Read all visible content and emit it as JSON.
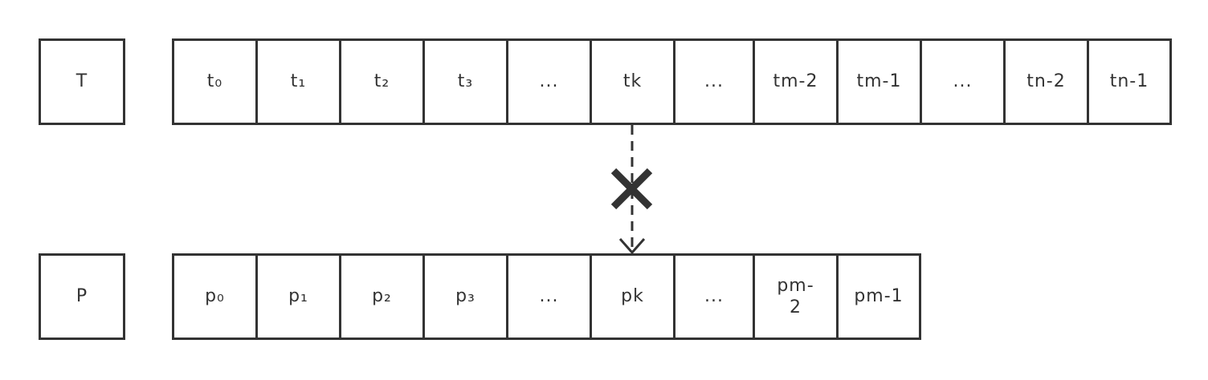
{
  "text_row": {
    "label": "T",
    "cells": [
      "t₀",
      "t₁",
      "t₂",
      "t₃",
      "...",
      "tk",
      "...",
      "tm-2",
      "tm-1",
      "...",
      "tn-2",
      "tn-1"
    ]
  },
  "pattern_row": {
    "label": "P",
    "cells": [
      "p₀",
      "p₁",
      "p₂",
      "p₃",
      "...",
      "pk",
      "...",
      "pm-2",
      "pm-1"
    ]
  },
  "connector": {
    "from": "tk",
    "to": "pk",
    "style": "dashed-arrow",
    "marker": "x-mark"
  },
  "colors": {
    "stroke": "#333333",
    "fill": "#ffffff"
  }
}
